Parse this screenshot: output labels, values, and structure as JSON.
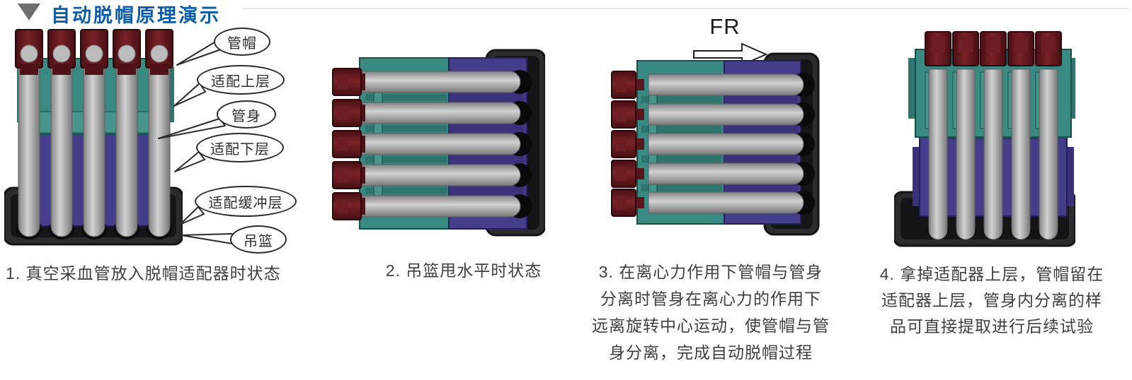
{
  "header": {
    "title": "自动脱帽原理演示",
    "marker_icon": "triangle-down-icon",
    "title_color": "#0d5cab",
    "marker_color": "#6e6e6e",
    "rule_color": "#e9e9e9"
  },
  "callouts": [
    {
      "label": "管帽"
    },
    {
      "label": "适配上层"
    },
    {
      "label": "管身"
    },
    {
      "label": "适配下层"
    },
    {
      "label": "适配缓冲层"
    },
    {
      "label": "吊篮"
    }
  ],
  "figures": [
    {
      "caption": "1. 真空采血管放入脱帽适配器时状态",
      "tube_count": 5
    },
    {
      "caption": "2. 吊篮甩水平时状态",
      "tube_count": 5
    },
    {
      "caption": "3. 在离心力作用下管帽与管身\n分离时管身在离心力的作用下\n远离旋转中心运动，使管帽与管\n身分离，完成自动脱帽过程",
      "annotation": "FR",
      "arrow_icon": "arrow-right-icon",
      "tube_count": 5
    },
    {
      "caption": "4. 拿掉适配器上层，管帽留在\n适配器上层，管身内分离的样\n品可直接提取进行后续试验",
      "tube_count": 5
    }
  ],
  "colors": {
    "tube_cap_red": "#5a161b",
    "tube_body_gray": "#a9a9a9",
    "adapter_upper_teal": "#3a8a84",
    "adapter_lower_purple": "#443d8a",
    "basket_black": "#1d1d1f",
    "caption_text": "#3f3f3f"
  }
}
